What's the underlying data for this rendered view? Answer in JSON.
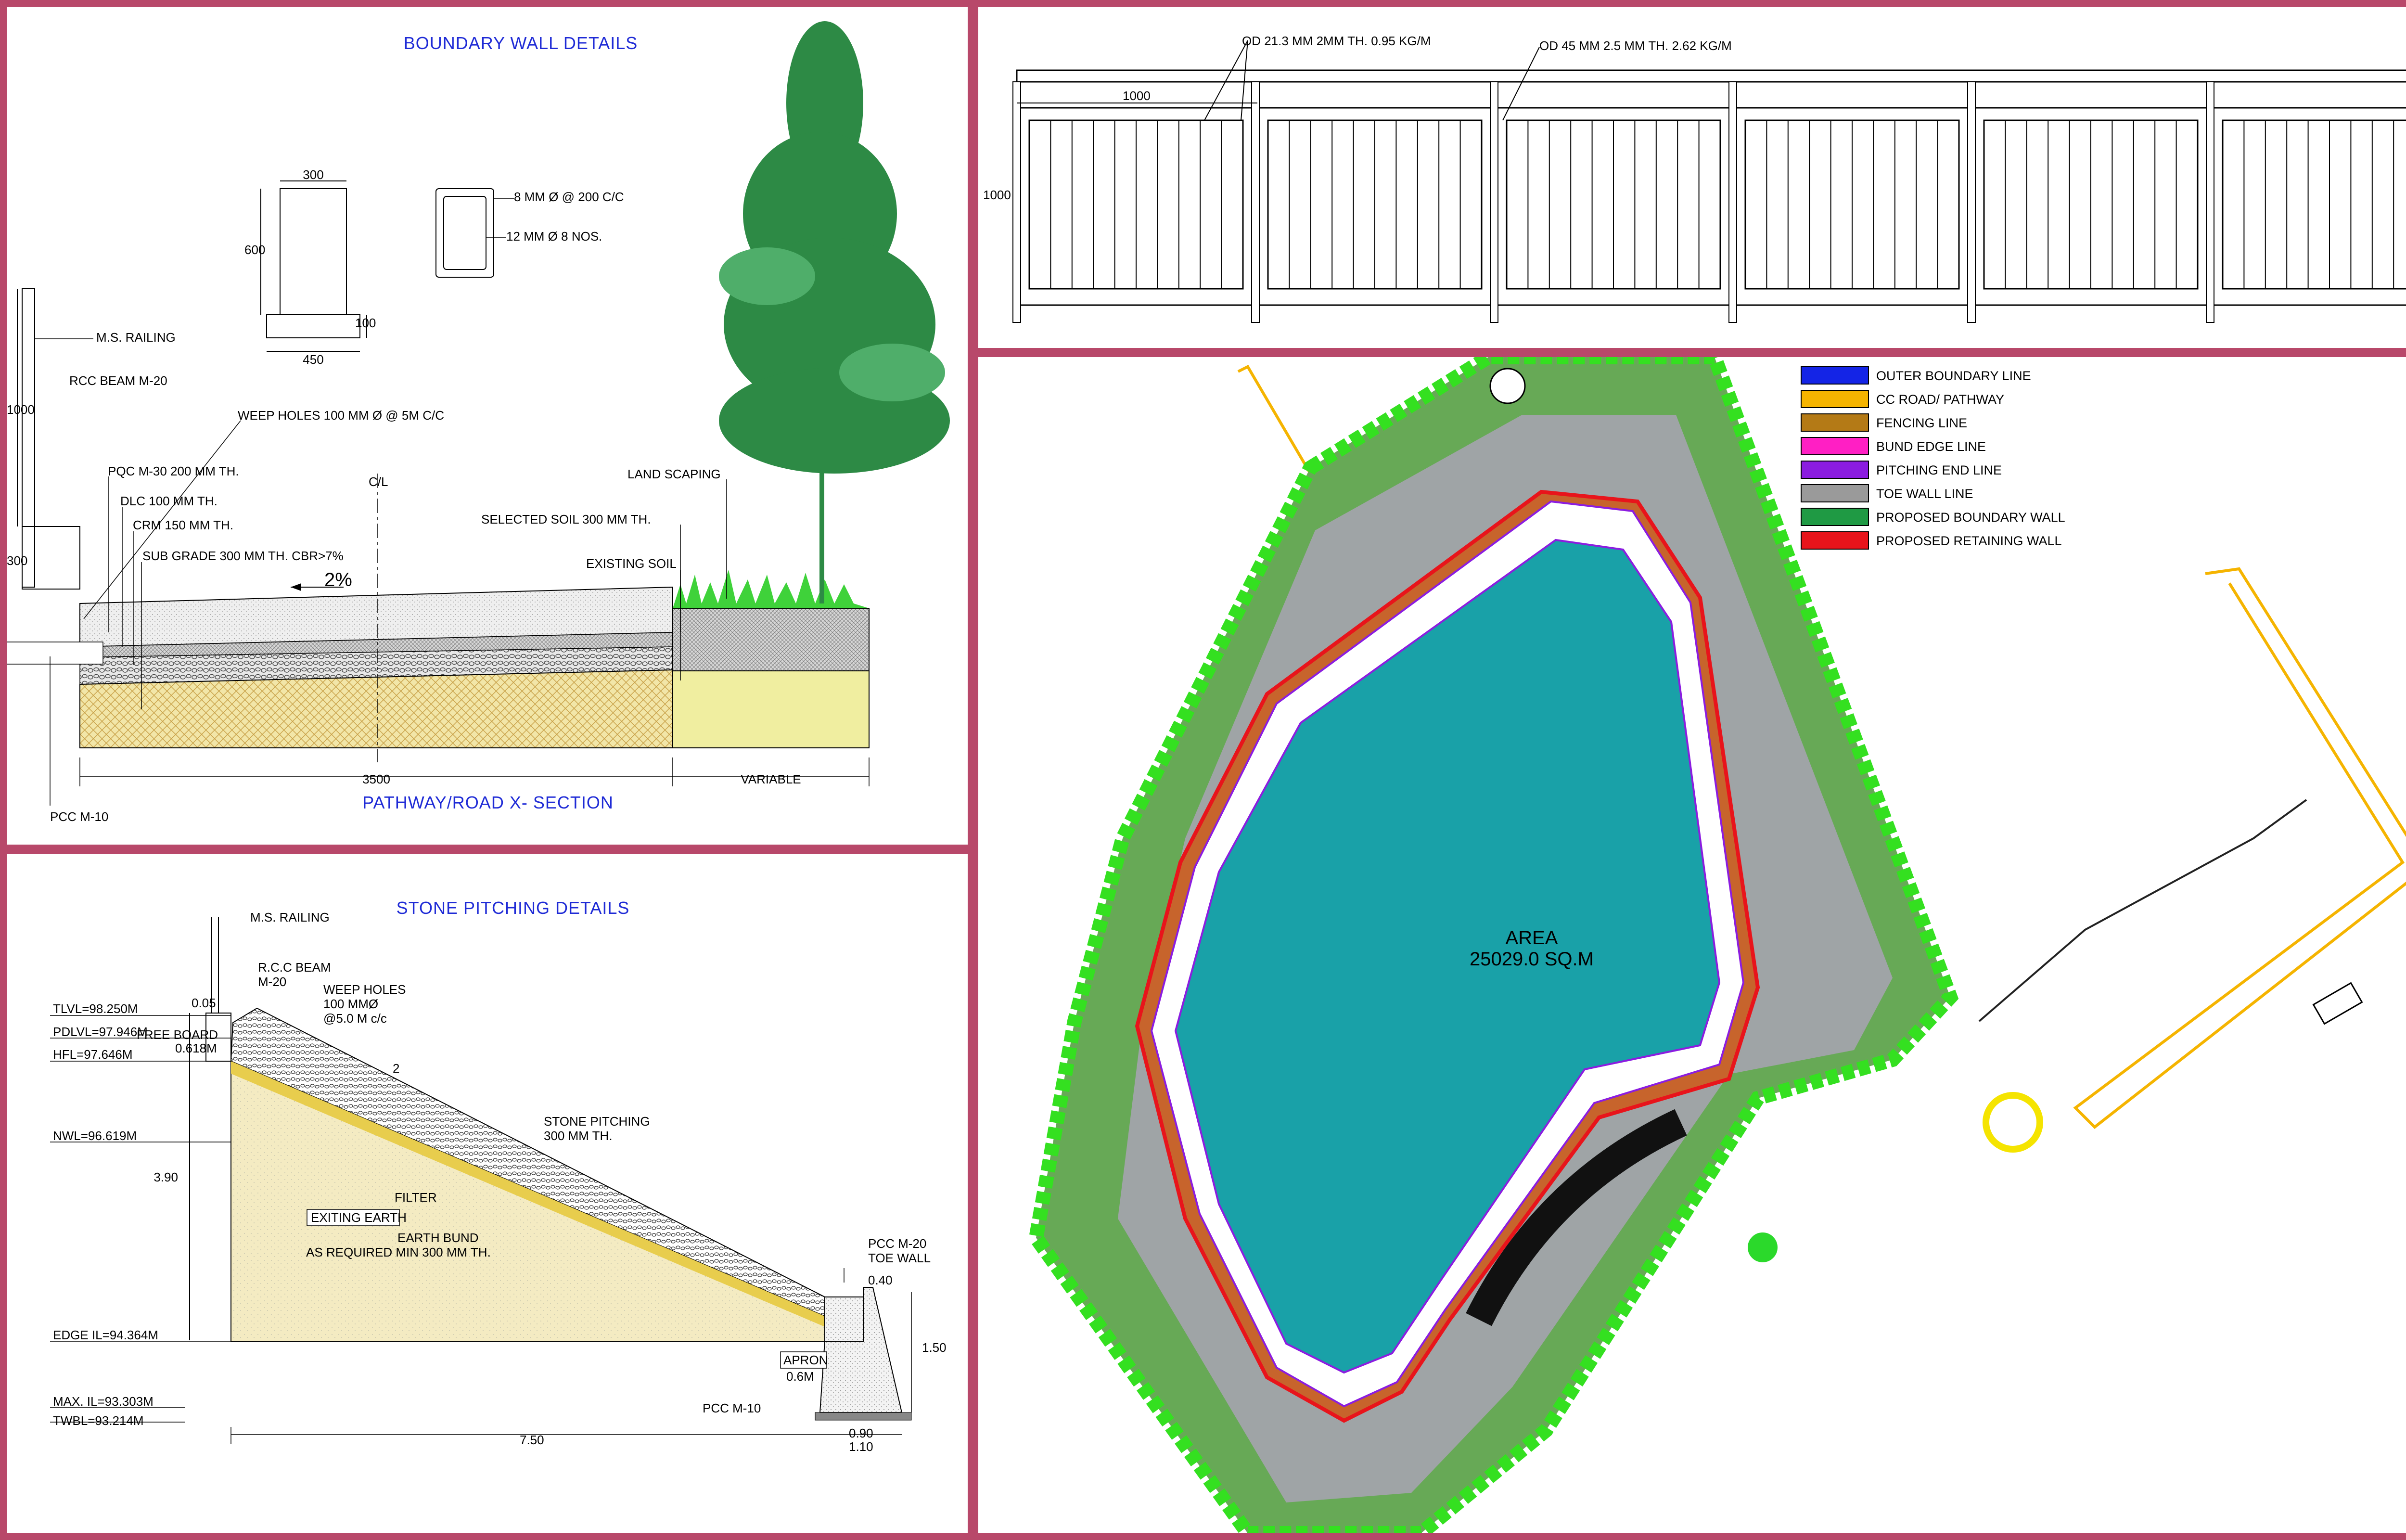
{
  "boundary_wall": {
    "title": "BOUNDARY WALL DETAILS",
    "subtitle": "PATHWAY/ROAD X- SECTION",
    "beam": {
      "width": "300",
      "height": "600",
      "base": "450",
      "offset": "100"
    },
    "rebar": [
      "8 MM Ø @ 200 C/C",
      "12 MM Ø 8 NOS."
    ],
    "labels": {
      "railing": "M.S. RAILING",
      "beam": "RCC BEAM M-20",
      "weep": "WEEP HOLES 100 MM Ø @ 5M C/C",
      "pqc": "PQC M-30 200 MM TH.",
      "dlc": "DLC 100 MM TH.",
      "crm": "CRM 150 MM TH.",
      "subgrade": "SUB GRADE 300 MM TH. CBR>7%",
      "landscaping": "LAND SCAPING",
      "selected_soil": "SELECTED SOIL 300 MM TH.",
      "existing_soil": "EXISTING SOIL",
      "pcc": "PCC M-10",
      "cl": "C/L",
      "slope": "2%"
    },
    "dims": {
      "railing_height": "1000",
      "beam_depth": "300",
      "road_width": "3500",
      "verge": "VARIABLE"
    }
  },
  "railing": {
    "pipe_small": "OD 21.3 MM 2MM TH. 0.95 KG/M",
    "pipe_large": "OD 45 MM 2.5 MM TH. 2.62 KG/M",
    "spacing": "1000",
    "height": "1000",
    "bays": 6,
    "bars_per_bay": 10
  },
  "stone_pitching": {
    "title": "STONE PITCHING DETAILS",
    "levels": [
      {
        "label": "TLVL=98.250M"
      },
      {
        "label": "PDLVL=97.946M"
      },
      {
        "label": "HFL=97.646M"
      },
      {
        "label": "NWL=96.619M"
      },
      {
        "label": "EDGE IL=94.364M"
      },
      {
        "label": "MAX. IL=93.303M"
      },
      {
        "label": "TWBL=93.214M"
      }
    ],
    "labels": {
      "railing": "M.S. RAILING",
      "beam_1": "R.C.C BEAM",
      "beam_2": "M-20",
      "weep_1": "WEEP HOLES",
      "weep_2": "100 MMØ",
      "weep_3": "@5.0 M c/c",
      "freeboard": "FREE BOARD",
      "freeboard_val": "0.618M",
      "top_dim": "0.05",
      "slope": "2",
      "stone_1": "STONE PITCHING",
      "stone_2": "300 MM TH.",
      "filter": "FILTER",
      "existing_earth": "EXITING EARTH",
      "bund_1": "EARTH BUND",
      "bund_2": "AS REQUIRED MIN 300 MM TH.",
      "toe_1": "PCC M-20",
      "toe_2": "TOE WALL",
      "apron": "APRON",
      "apron_val": "0.6M",
      "pcc": "PCC M-10",
      "height": "3.90",
      "base": "7.50",
      "toe_top": "0.40",
      "toe_height": "1.50",
      "toe_w1": "0.90",
      "toe_w2": "1.10"
    }
  },
  "site_plan": {
    "area_title": "AREA",
    "area_value": "25029.0 SQ.M",
    "legend": [
      {
        "label": "OUTER BOUNDARY LINE",
        "color": "#1424e6"
      },
      {
        "label": "CC ROAD/ PATHWAY",
        "color": "#f5b400"
      },
      {
        "label": "FENCING  LINE",
        "color": "#b47a16"
      },
      {
        "label": "BUND EDGE LINE",
        "color": "#ff1fc4"
      },
      {
        "label": "PITCHING END LINE",
        "color": "#8b1ce0"
      },
      {
        "label": "TOE WALL LINE",
        "color": "#9a9a9a"
      },
      {
        "label": "PROPOSED  BOUNDARY WALL",
        "color": "#1f9a44"
      },
      {
        "label": "PROPOSED  RETAINING WALL",
        "color": "#e8141b"
      }
    ]
  },
  "colors": {
    "frame": "#b8486a",
    "water": "#19a1a8",
    "lawn": "#5cae50",
    "tree": "#2d8a45",
    "title_blue": "#1f2bd6"
  }
}
